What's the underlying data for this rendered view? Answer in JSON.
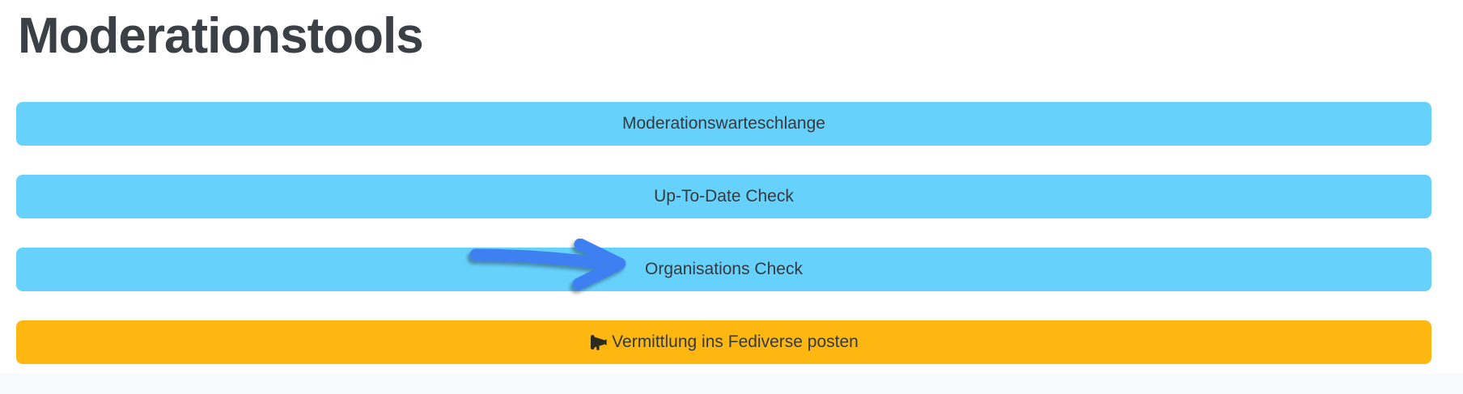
{
  "page": {
    "title": "Moderationstools"
  },
  "colors": {
    "button_blue": "#66d2fb",
    "button_orange": "#fdb710",
    "text_dark": "#343a40",
    "arrow_blue": "#3e80f1",
    "footer_bar": "#f8f9fa"
  },
  "buttons": [
    {
      "label": "Moderationswarteschlange",
      "style": "blue"
    },
    {
      "label": "Up-To-Date Check",
      "style": "blue"
    },
    {
      "label": "Organisations Check",
      "style": "blue",
      "annotated": true
    },
    {
      "label": "Vermittlung ins Fediverse posten",
      "style": "orange",
      "icon": "megaphone-icon"
    }
  ],
  "annotation": {
    "type": "hand-drawn-arrow",
    "points_to": "Organisations Check",
    "color": "#3e80f1"
  }
}
